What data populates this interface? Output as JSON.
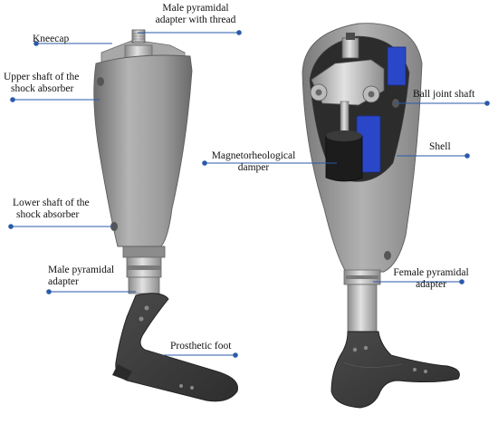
{
  "labels": {
    "male_pyramidal_adapter_thread_1": "Male pyramidal",
    "male_pyramidal_adapter_thread_2": "adapter with thread",
    "kneecap": "Kneecap",
    "upper_shaft_1": "Upper shaft of the",
    "upper_shaft_2": "shock absorber",
    "lower_shaft_1": "Lower shaft of the",
    "lower_shaft_2": "shock absorber",
    "male_pyramidal_adapter_1": "Male pyramidal",
    "male_pyramidal_adapter_2": "adapter",
    "prosthetic_foot": "Prosthetic foot",
    "ball_joint_shaft": "Ball joint shaft",
    "magnetorheological_1": "Magnetorheological",
    "magnetorheological_2": "damper",
    "shell": "Shell",
    "female_pyramidal_1": "Female pyramidal",
    "female_pyramidal_2": "adapter"
  },
  "colors": {
    "leader_line": "#2a5aa8",
    "shell": "#9a9a9a",
    "metal": "#c6c6c6",
    "foot": "#3e3e3e",
    "damper": "#1c1c1c",
    "blue_part": "#2a47c8"
  }
}
